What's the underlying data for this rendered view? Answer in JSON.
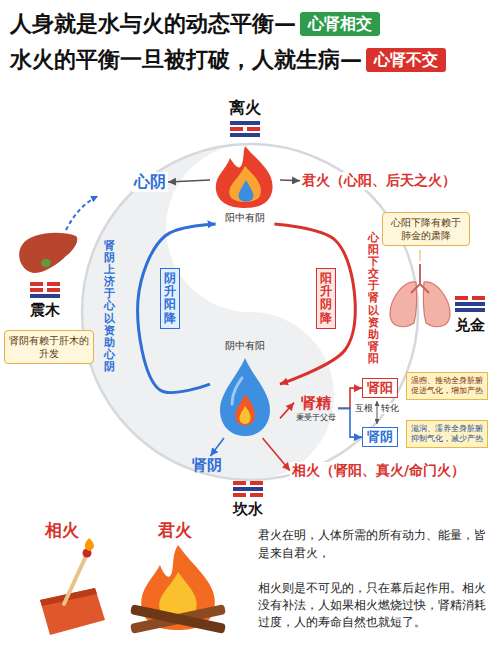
{
  "diagram": {
    "title": "人身就是水与火的动态平衡—",
    "nodes": [
      {
        "text": [
          "心肾相交"
        ]
      },
      {
        "text": [
          "心肾不交"
        ]
      },
      {
        "text": [
          "阳中有阴"
        ]
      },
      {
        "text": [
          "心阴"
        ]
      },
      {
        "text": [
          "君火（心阳、后天之火）"
        ]
      },
      {
        "text": [
          "肾阴有赖于肝木的升发"
        ]
      },
      {
        "text": [
          "心阳下降有赖于肺金的肃降"
        ]
      },
      {
        "text": [
          "阴升阳降"
        ]
      },
      {
        "text": [
          "阳升阴降"
        ]
      },
      {
        "text": [
          "阴中有阳"
        ]
      },
      {
        "text": [
          "肾阴"
        ]
      },
      {
        "text": [
          "肾精",
          "秉受于父母"
        ]
      },
      {
        "text": [
          "肾阳"
        ]
      },
      {
        "text": [
          "肾阴"
        ]
      },
      {
        "text": [
          "温煦、推动全身脏腑 促进气化，增加产热"
        ]
      },
      {
        "text": [
          "滋润、濡养全身脏腑 抑制气化，减少产热"
        ]
      },
      {
        "text": [
          "相火（肾阳、真火/命门火）"
        ]
      }
    ],
    "edges": [
      {
        "from": 2,
        "to": 3,
        "arrow": "to"
      },
      {
        "from": 2,
        "to": 4,
        "arrow": "to"
      },
      {
        "from": 9,
        "to": 10,
        "arrow": "to"
      },
      {
        "from": 9,
        "to": 11,
        "arrow": "to"
      },
      {
        "from": 9,
        "to": 16,
        "arrow": "to"
      },
      {
        "from": 9,
        "to": 2,
        "arrow": "to"
      },
      {
        "from": 2,
        "to": 9,
        "arrow": "to"
      },
      {
        "from": 11,
        "to": 12,
        "arrow": "to"
      },
      {
        "from": 11,
        "to": 13,
        "arrow": "to"
      }
    ],
    "labels": [
      "水火的平衡一旦被打破，人就生病—",
      "离火",
      "震木",
      "兑金",
      "坎水",
      "肾阴上济于心以资助心阴",
      "心阳下交于肾以资助肾阳",
      "互根",
      "转化",
      "相火",
      "君火",
      "君火在明，人体所需的所有动力、能量，皆是来自君火，",
      "相火则是不可见的，只在幕后起作用。相火没有补法，人如果相火燃烧过快，肾精消耗过度，人的寿命自然也就短了。"
    ]
  }
}
